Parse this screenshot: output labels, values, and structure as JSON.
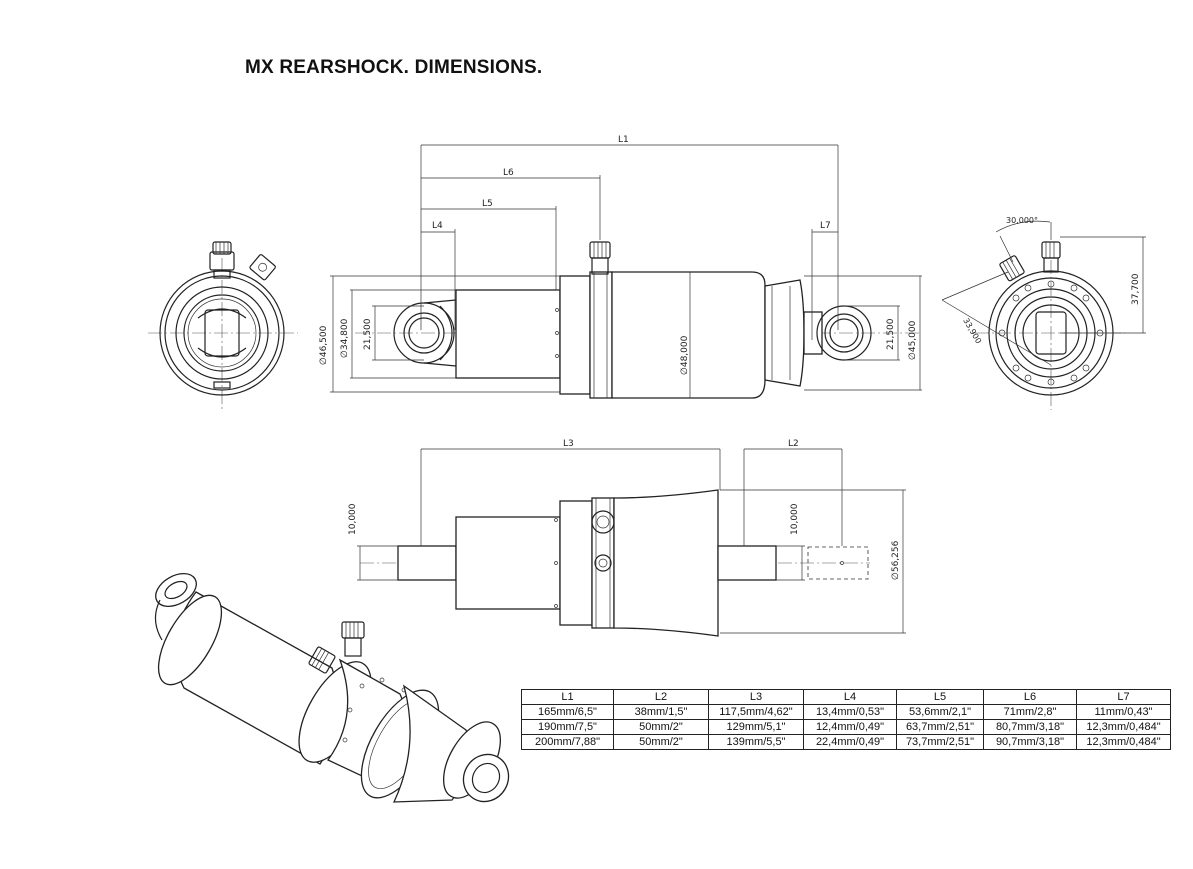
{
  "title": "MX REARSHOCK. DIMENSIONS.",
  "dimension_labels": {
    "L1": "L1",
    "L2": "L2",
    "L3": "L3",
    "L4": "L4",
    "L5": "L5",
    "L6": "L6",
    "L7": "L7",
    "d46": "∅46,500",
    "d34": "∅34,800",
    "d21a": "21,500",
    "d48": "∅48,000",
    "d21b": "21,500",
    "d45": "∅45,000",
    "d10a": "10,000",
    "d10b": "10,000",
    "d56": "∅56,256",
    "angle": "30,000°",
    "d33": "33,900",
    "d37": "37,700"
  },
  "table": {
    "headers": [
      "L1",
      "L2",
      "L3",
      "L4",
      "L5",
      "L6",
      "L7"
    ],
    "rows": [
      [
        "165mm/6,5\"",
        "38mm/1,5\"",
        "117,5mm/4,62\"",
        "13,4mm/0,53\"",
        "53,6mm/2,1\"",
        "71mm/2,8\"",
        "11mm/0,43\""
      ],
      [
        "190mm/7,5\"",
        "50mm/2\"",
        "129mm/5,1\"",
        "12,4mm/0,49\"",
        "63,7mm/2,51\"",
        "80,7mm/3,18\"",
        "12,3mm/0,484\""
      ],
      [
        "200mm/7,88\"",
        "50mm/2\"",
        "139mm/5,5\"",
        "22,4mm/0,49\"",
        "73,7mm/2,51\"",
        "90,7mm/3,18\"",
        "12,3mm/0,484\""
      ]
    ]
  }
}
